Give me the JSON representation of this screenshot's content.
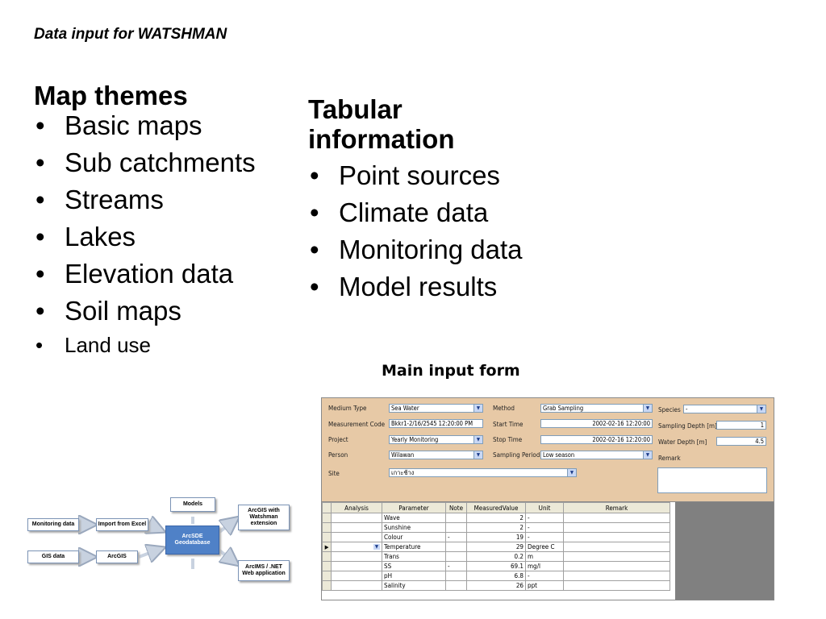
{
  "slide": {
    "title": "Data input for WATSHMAN"
  },
  "left_column": {
    "heading": "Map themes",
    "items": [
      "Basic maps",
      "Sub catchments",
      "Streams",
      "Lakes",
      "Elevation data",
      "Soil maps",
      "Land use"
    ]
  },
  "right_column": {
    "heading": "Tabular information",
    "items": [
      "Point sources",
      "Climate data",
      "Monitoring data",
      "Model results"
    ]
  },
  "form_caption": "Main input form",
  "form": {
    "medium_type_label": "Medium Type",
    "medium_type_value": "Sea Water",
    "measurement_code_label": "Measurement Code",
    "measurement_code_value": "Bkkr1-2/16/2545 12:20:00 PM",
    "project_label": "Project",
    "project_value": "Yearly Monitoring",
    "person_label": "Person",
    "person_value": "Wilawan",
    "site_label": "Site",
    "site_value": "เกาะช้าง",
    "method_label": "Method",
    "method_value": "Grab Sampling",
    "start_time_label": "Start Time",
    "start_time_value": "2002-02-16 12:20:00",
    "stop_time_label": "Stop Time",
    "stop_time_value": "2002-02-16 12:20:00",
    "sampling_period_label": "Sampling Period",
    "sampling_period_value": "Low season",
    "species_label": "Species",
    "species_value": "-",
    "sampling_depth_label": "Sampling Depth [m]",
    "sampling_depth_value": "1",
    "water_depth_label": "Water Depth [m]",
    "water_depth_value": "4.5",
    "remark_label": "Remark"
  },
  "grid": {
    "columns": [
      "Analysis",
      "Parameter",
      "Note",
      "MeasuredValue",
      "Unit",
      "Remark"
    ],
    "rows": [
      {
        "analysis": "",
        "parameter": "Wave",
        "note": "",
        "value": "2",
        "unit": "-",
        "remark": ""
      },
      {
        "analysis": "",
        "parameter": "Sunshine",
        "note": "",
        "value": "2",
        "unit": "-",
        "remark": ""
      },
      {
        "analysis": "",
        "parameter": "Colour",
        "note": "-",
        "value": "19",
        "unit": "-",
        "remark": ""
      },
      {
        "analysis": "",
        "parameter": "Temperature",
        "note": "",
        "value": "29",
        "unit": "Degree C",
        "remark": ""
      },
      {
        "analysis": "",
        "parameter": "Trans",
        "note": "",
        "value": "0.2",
        "unit": "m",
        "remark": ""
      },
      {
        "analysis": "",
        "parameter": "SS",
        "note": "-",
        "value": "69.1",
        "unit": "mg/l",
        "remark": ""
      },
      {
        "analysis": "",
        "parameter": "pH",
        "note": "",
        "value": "6.8",
        "unit": "-",
        "remark": ""
      },
      {
        "analysis": "",
        "parameter": "Salinity",
        "note": "",
        "value": "26",
        "unit": "ppt",
        "remark": ""
      }
    ]
  },
  "diagram": {
    "monitoring_data": "Monitoring data",
    "import_from_excel": "Import from Excel",
    "gis_data": "GIS data",
    "arcgis": "ArcGIS",
    "models": "Models",
    "arcsde": "ArcSDE Geodatabase",
    "arcgis_ext": "ArcGIS with Watshman extension",
    "arcims": "ArcIMS / .NET Web application"
  },
  "colors": {
    "form_background": "#e7c9a6",
    "geodatabase_box": "#4f81c7",
    "grid_empty_area": "#808080"
  }
}
